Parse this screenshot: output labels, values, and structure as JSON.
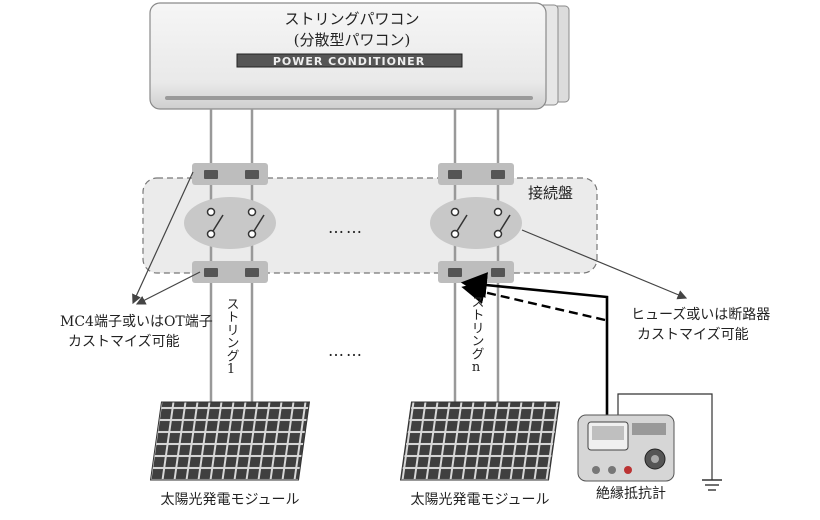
{
  "power_conditioner": {
    "title": "ストリングパワコン",
    "subtitle": "(分散型パワコン)",
    "label": "POWER CONDITIONER"
  },
  "junction_box": {
    "label": "接続盤"
  },
  "ellipsis": "……",
  "strings": [
    {
      "label": "ストリング1",
      "module_label": "太陽光発電モジュール"
    },
    {
      "label": "ストリングn",
      "module_label": "太陽光発電モジュール"
    }
  ],
  "callouts": {
    "terminals": {
      "line1": "MC4端子或いはOT端子",
      "line2": "カストマイズ可能"
    },
    "breaker": {
      "line1": "ヒューズ或いは断路器",
      "line2": "カストマイズ可能"
    }
  },
  "tester": {
    "label": "絶縁抵抗計",
    "icon": "insulation-resistance-tester-icon"
  },
  "colors": {
    "wire": "#999999",
    "box_fill": "#ebebeb",
    "terminal_block": "#bdbdbd",
    "terminal": "#555555",
    "switch_ellipse": "#c8c8c8",
    "panel": "#3b3b3b"
  }
}
